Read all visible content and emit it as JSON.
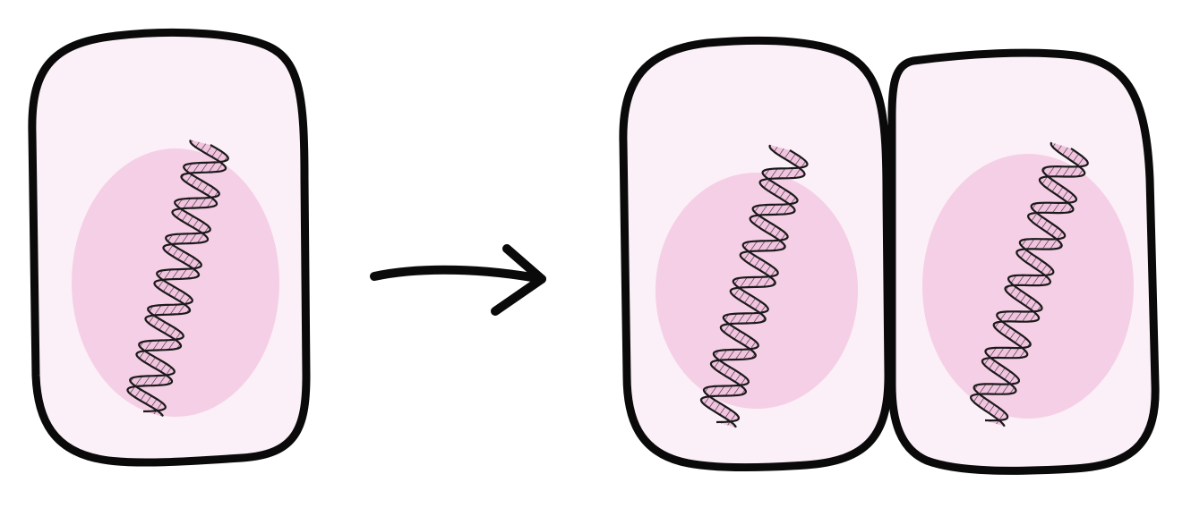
{
  "diagram": {
    "kind": "cell-division-illustration",
    "cells_before": 1,
    "cells_after": 2,
    "cells": [
      {
        "role": "parent-cell"
      },
      {
        "role": "daughter-cell-left"
      },
      {
        "role": "daughter-cell-right"
      }
    ],
    "connector": {
      "icon": "arrow-right-icon",
      "direction": "right"
    },
    "colors": {
      "cell_fill": "#fbf0f7",
      "nucleus_fill": "#f5cfe6",
      "outline": "#0a0a0a",
      "dna_fill_light": "#fdeef6",
      "dna_fill_pink": "#f2c3df"
    }
  }
}
